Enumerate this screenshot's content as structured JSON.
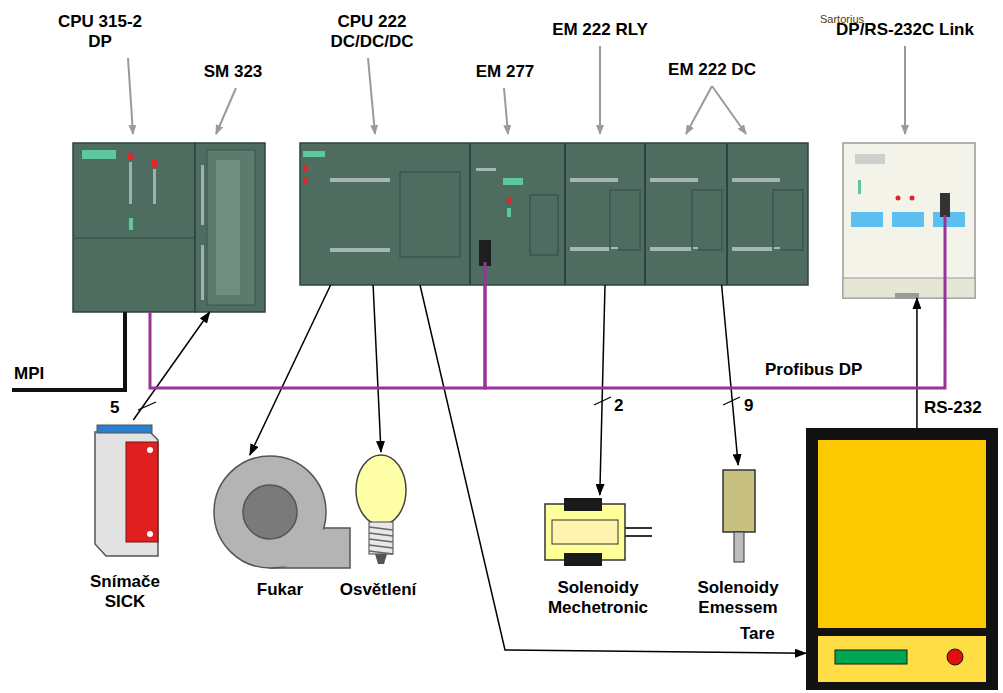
{
  "diagram": {
    "nodes": [
      {
        "text": [
          "CPU 315-2 DP"
        ]
      },
      {
        "text": [
          "SM 323"
        ]
      },
      {
        "text": [
          "CPU 222 DC/DC/DC"
        ]
      },
      {
        "text": [
          "EM 277"
        ]
      },
      {
        "text": [
          "EM 222 RLY"
        ]
      },
      {
        "text": [
          "EM 222 DC"
        ]
      },
      {
        "text": [
          "DP/RS-232C Link"
        ]
      },
      {
        "text": [
          "Sartorius"
        ]
      },
      {
        "text": [
          "Snímače SICK"
        ]
      },
      {
        "text": [
          "Fukar"
        ]
      },
      {
        "text": [
          "Osvětlení"
        ]
      },
      {
        "text": [
          "Solenoidy Mechetronic"
        ]
      },
      {
        "text": [
          "Solenoidy Emessem"
        ]
      }
    ],
    "edges": [
      {
        "from": 8,
        "to": 1,
        "arrow": "to",
        "label": "5"
      },
      {
        "from": 2,
        "to": 9,
        "arrow": "to"
      },
      {
        "from": 2,
        "to": 10,
        "arrow": "to"
      },
      {
        "from": 2,
        "to": 7,
        "arrow": "to",
        "label": "Tare"
      },
      {
        "from": 4,
        "to": 11,
        "arrow": "to",
        "label": "2"
      },
      {
        "from": 5,
        "to": 12,
        "arrow": "to",
        "label": "9"
      },
      {
        "from": 7,
        "to": 6,
        "arrow": "to",
        "label": "RS-232"
      },
      {
        "from": 0,
        "to": 3,
        "arrow": "none"
      },
      {
        "from": 3,
        "to": 6,
        "arrow": "none",
        "label": "Profibus DP"
      }
    ],
    "labels": [
      "MPI"
    ]
  }
}
